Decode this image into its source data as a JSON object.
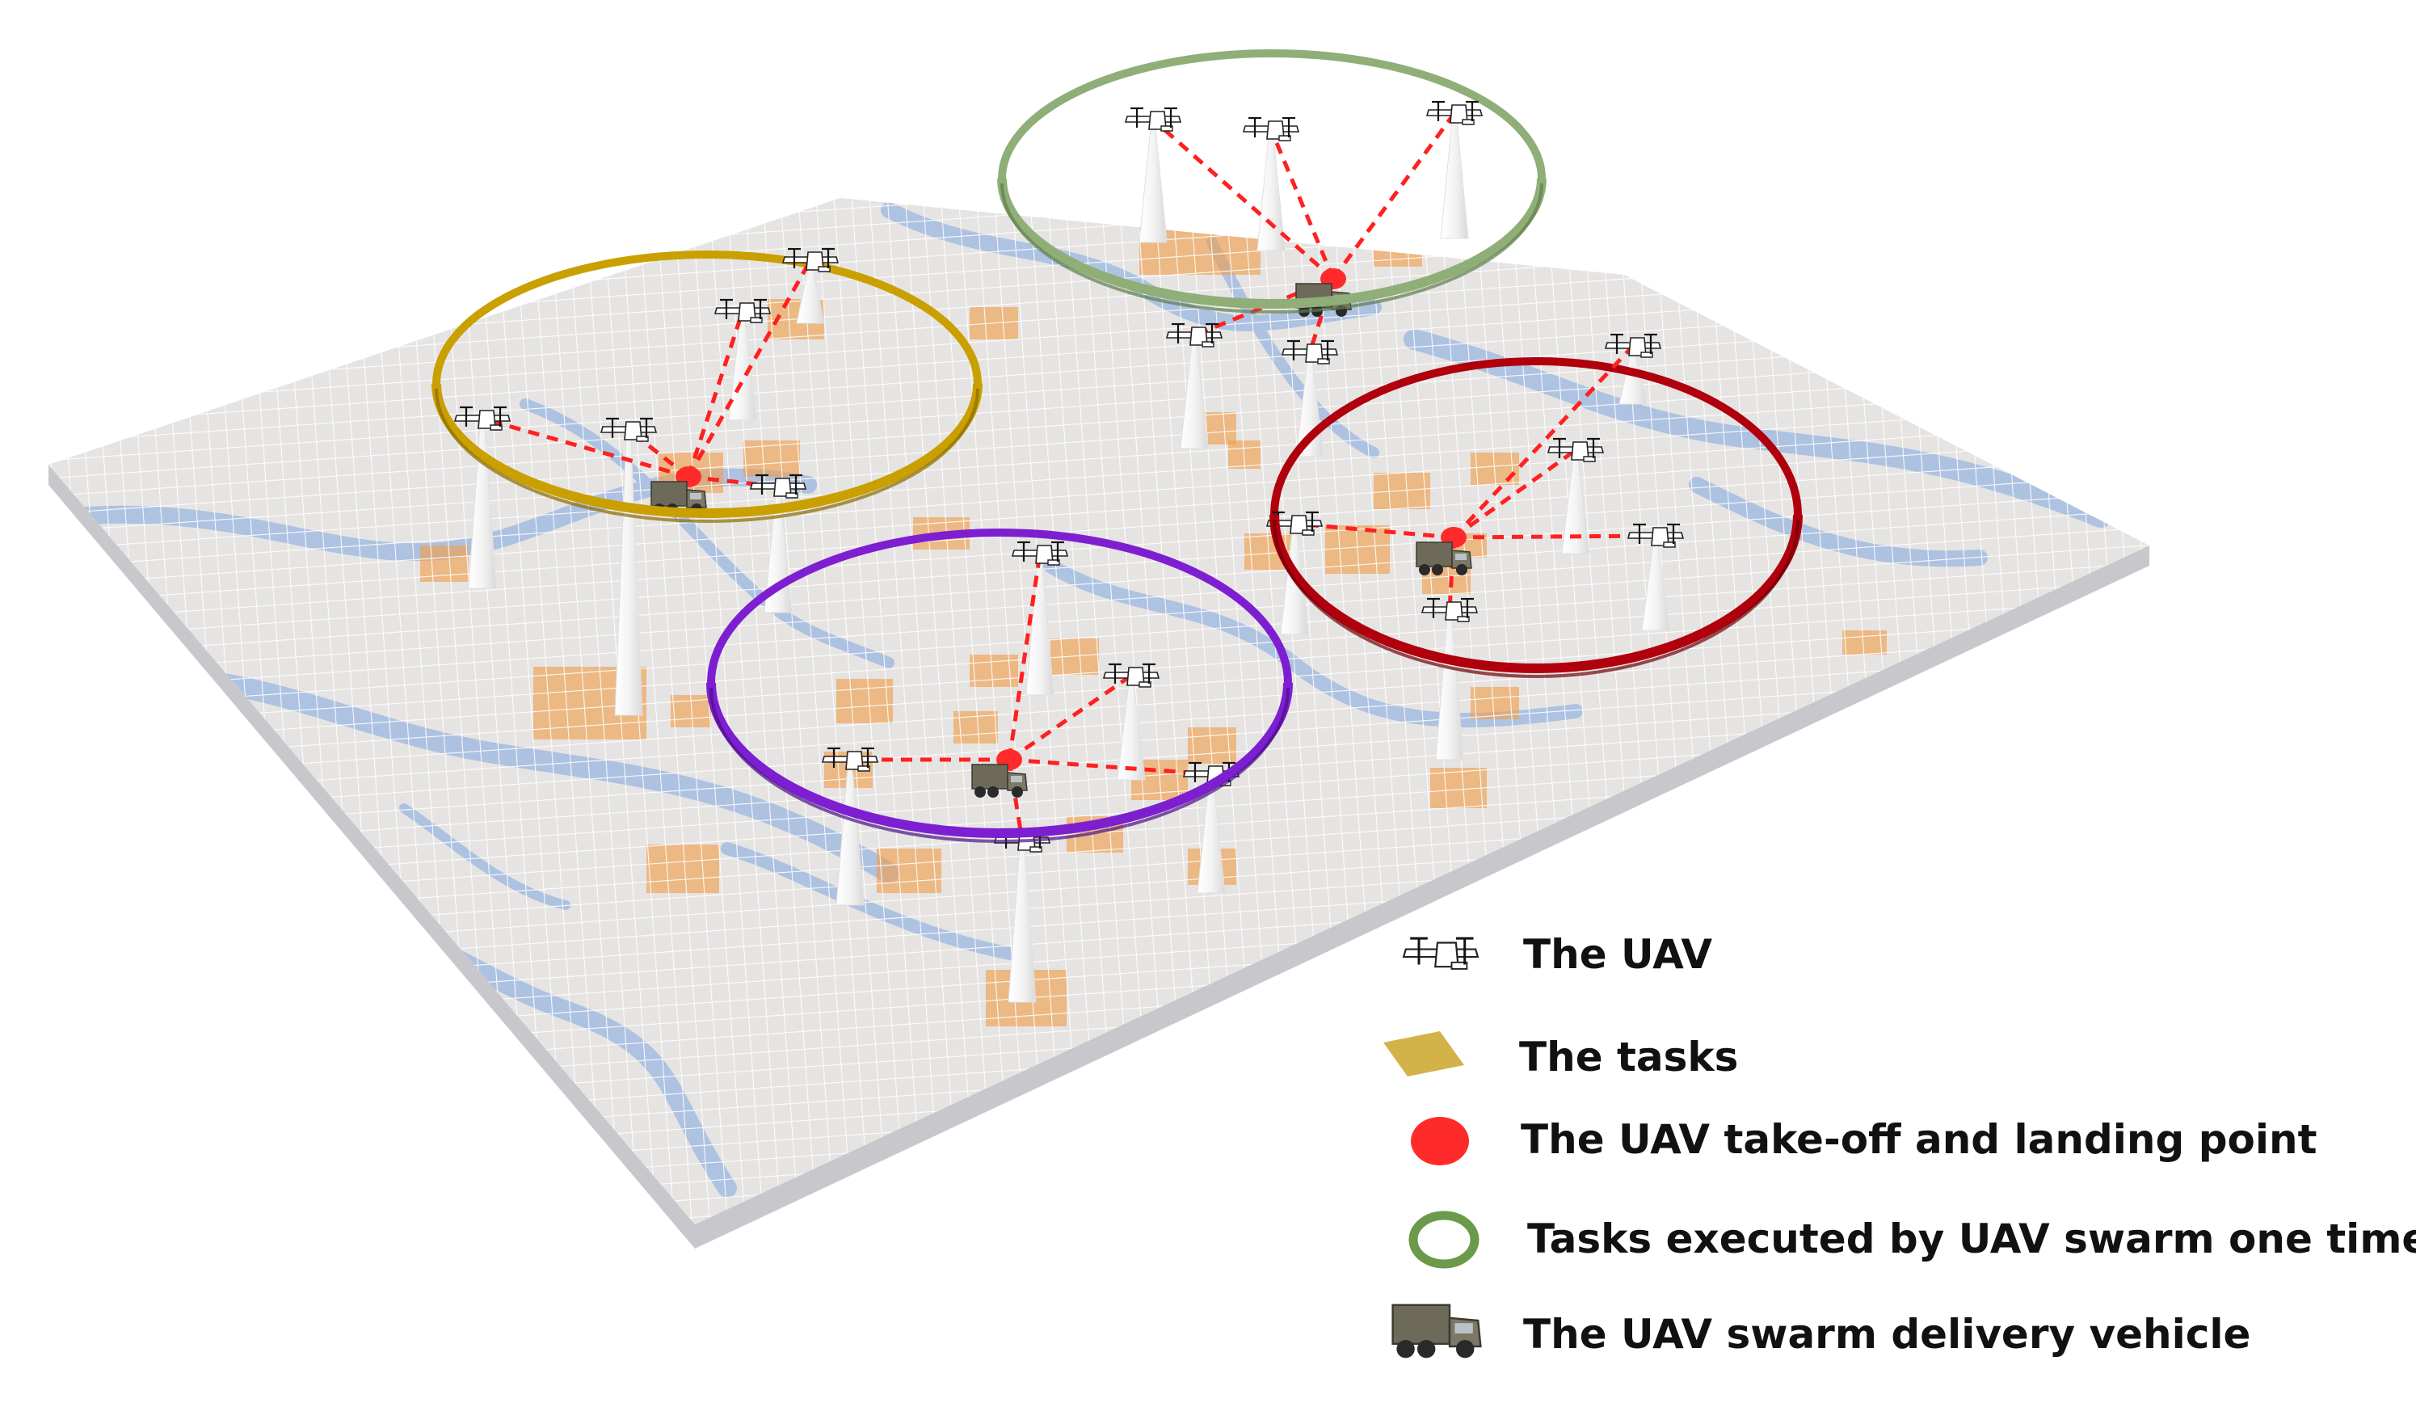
{
  "diagram": {
    "groups": [
      {
        "ring_color": "#c9a000",
        "ring_shade": "#8a6a00"
      },
      {
        "ring_color": "#8fae78",
        "ring_shade": "#5d7d4a"
      },
      {
        "ring_color": "#b0000d",
        "ring_shade": "#6e0008"
      },
      {
        "ring_color": "#7d1fd1",
        "ring_shade": "#4a0f85"
      }
    ],
    "colors": {
      "task": "#f0a050",
      "landing_point": "#ff2b2b",
      "route": "#ff2020",
      "water": "#7fa6e0",
      "board_top": "#e6e4e2",
      "board_edge": "#c8c8cc",
      "grid": "#ffffff"
    }
  },
  "legend": {
    "uav_label": "The UAV",
    "tasks_label": "The tasks",
    "point_label": "The UAV take-off and landing point",
    "ring_label": "Tasks executed by UAV swarm one time",
    "vehicle_label": "The UAV swarm delivery vehicle",
    "ring_sample_color": "#6b9a4a",
    "tasks_sample_color": "#d4b24a"
  }
}
